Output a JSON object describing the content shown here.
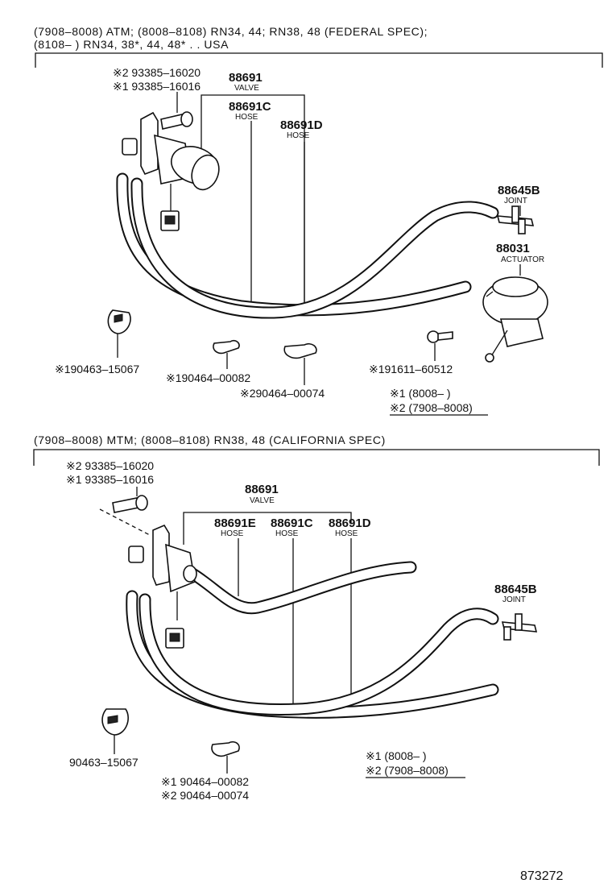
{
  "section_top": {
    "header_line1": "(7908–8008)  ATM;  (8008–8108)  RN34, 44;  RN38, 48  (FEDERAL SPEC);",
    "header_line2": "(8108–         )  RN34, 38*, 44, 48* . . USA",
    "bolt_ref2": "※2 93385–16020",
    "bolt_ref1": "※1 93385–16016",
    "valve_pn": "88691",
    "valve_label": "VALVE",
    "hose_c_pn": "88691C",
    "hose_c_label": "HOSE",
    "hose_d_pn": "88691D",
    "hose_d_label": "HOSE",
    "joint_pn": "88645B",
    "joint_label": "JOINT",
    "actuator_pn": "88031",
    "actuator_label": "ACTUATOR",
    "clamp1_ref": "※190463–15067",
    "clip1_ref": "※190464–00082",
    "clip2_ref": "※290464–00074",
    "bolt2_ref": "※191611–60512",
    "note1": "※1 (8008–          )",
    "note2": "※2 (7908–8008)"
  },
  "section_bottom": {
    "header_line1": "(7908–8008)  MTM;  (8008–8108)  RN38, 48  (CALIFORNIA SPEC)",
    "bolt_ref2": "※2 93385–16020",
    "bolt_ref1": "※1 93385–16016",
    "valve_pn": "88691",
    "valve_label": "VALVE",
    "hose_e_pn": "88691E",
    "hose_e_label": "HOSE",
    "hose_c_pn": "88691C",
    "hose_c_label": "HOSE",
    "hose_d_pn": "88691D",
    "hose_d_label": "HOSE",
    "joint_pn": "88645B",
    "joint_label": "JOINT",
    "clamp_ref": "90463–15067",
    "clip1_ref": "※1 90464–00082",
    "clip2_ref": "※2 90464–00074",
    "note1": "※1 (8008–          )",
    "note2": "※2 (7908–8008)"
  },
  "figure_number": "873272"
}
